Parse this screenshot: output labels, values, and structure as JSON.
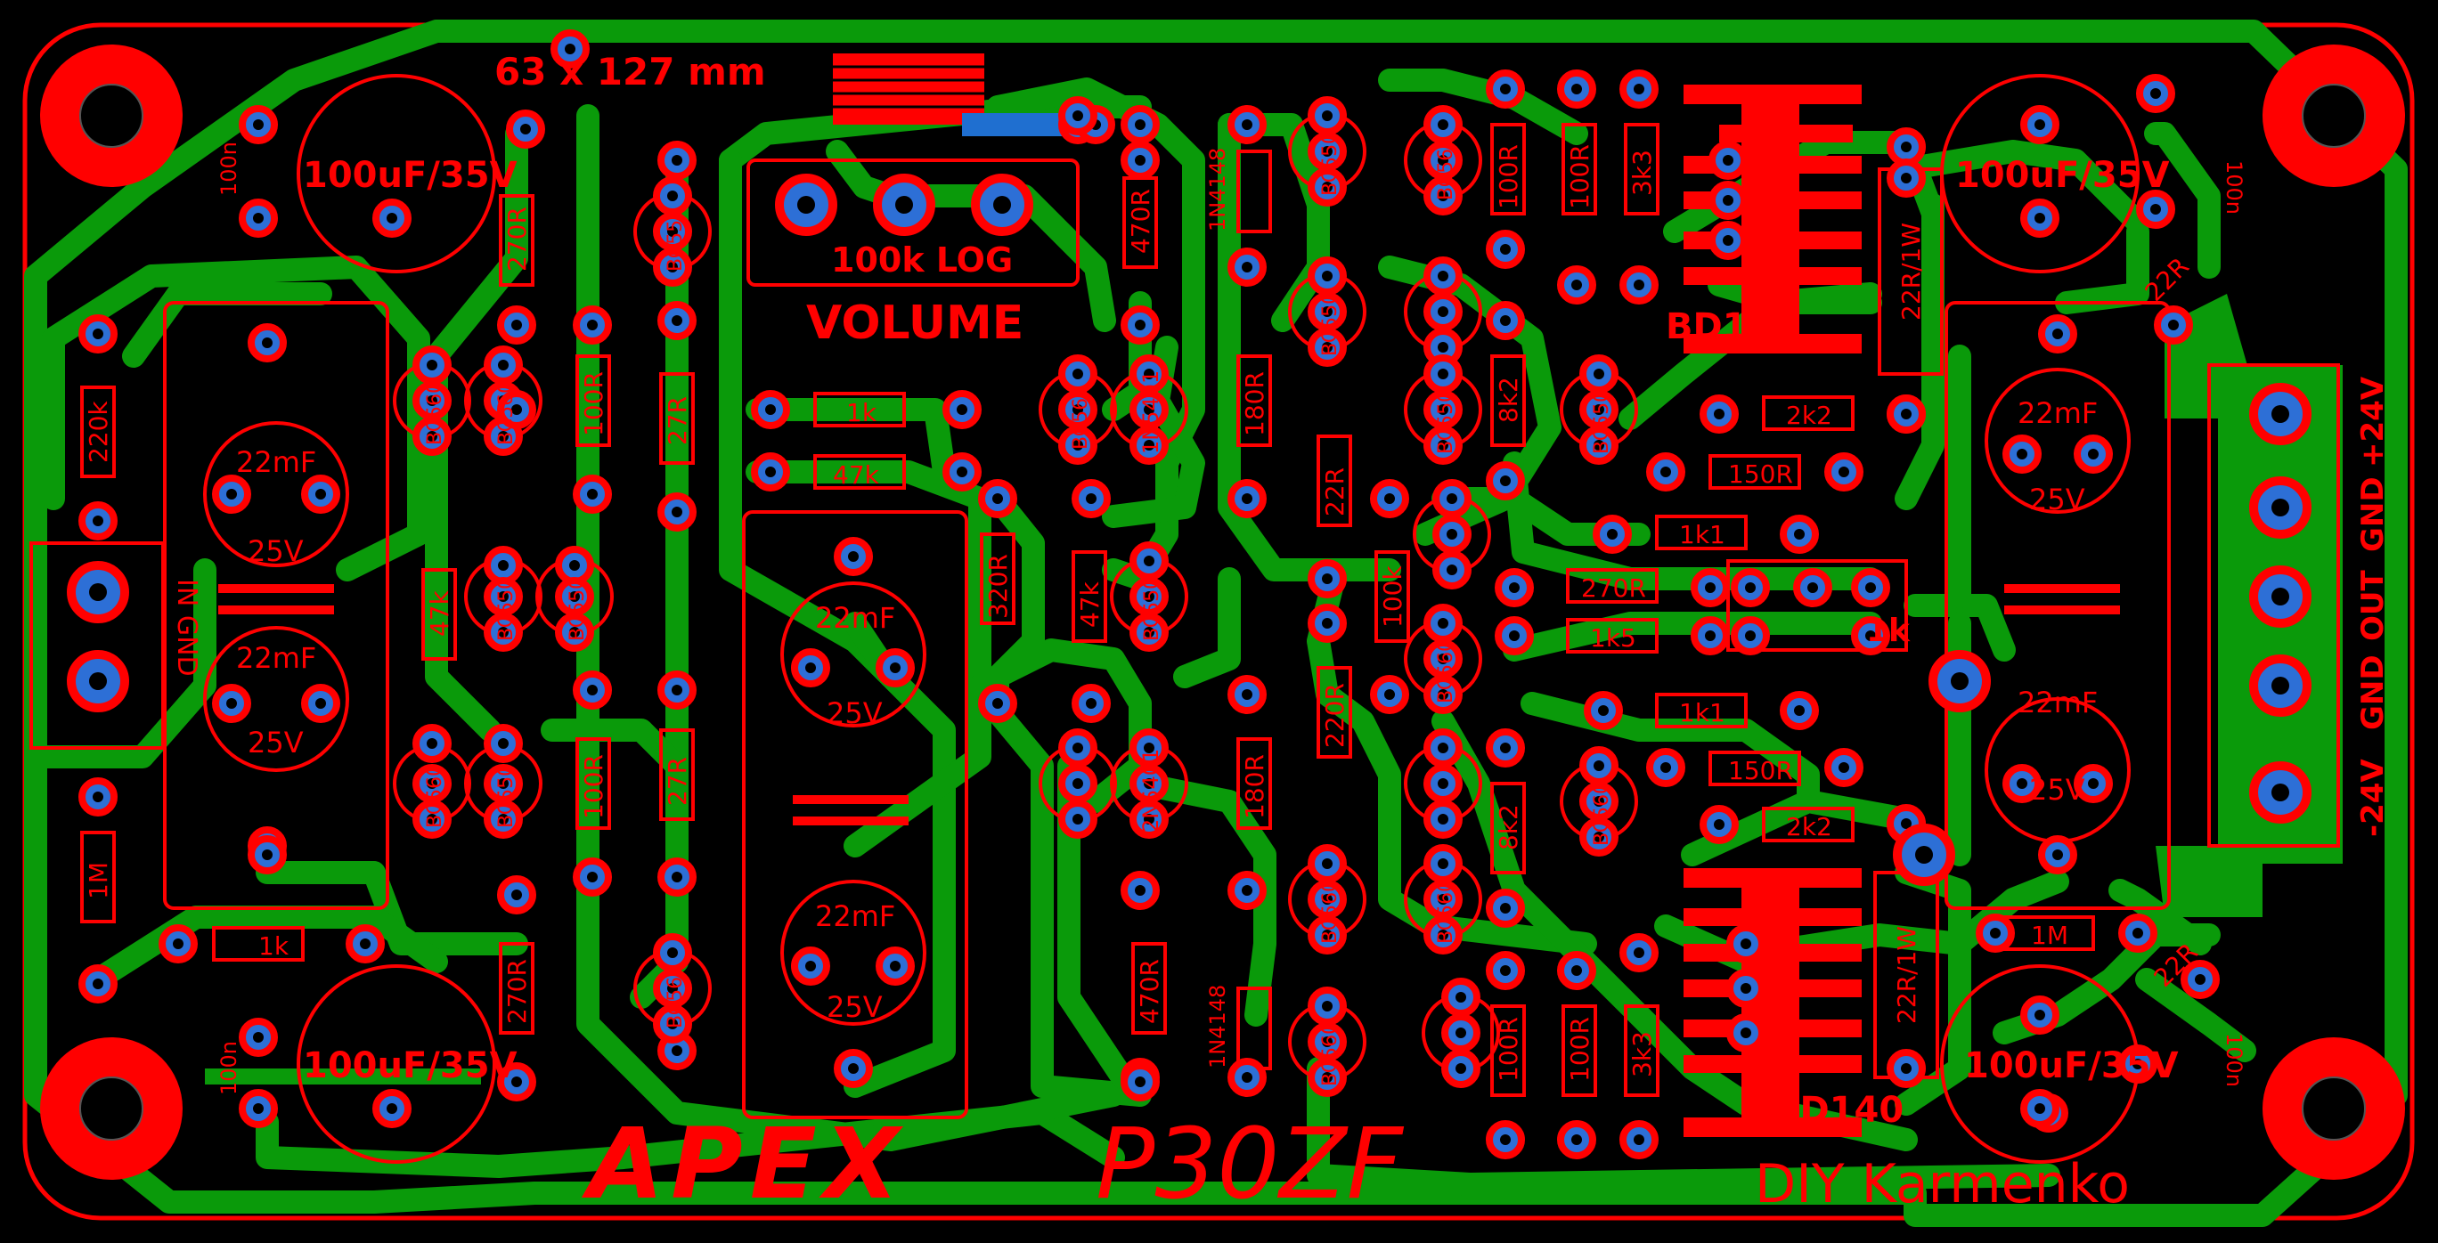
{
  "colors": {
    "background": "#000000",
    "copper": "#0a9a0a",
    "silkscreen": "#ff0000",
    "pad": "#2d6fd6",
    "jumper": "#1f6fd0"
  },
  "header": {
    "dimensions": "63 x 127 mm",
    "brand": "APEX",
    "model": "P30ZF",
    "author": "DIY Karmenko"
  },
  "potentiometer": {
    "value": "100k LOG",
    "label": "VOLUME"
  },
  "terminals": {
    "input": "IN GND",
    "output": [
      "+24V",
      "GND",
      "OUT",
      "GND",
      "-24V"
    ]
  },
  "heatsinks": {
    "top": "BD139",
    "bottom": "BD140"
  },
  "trimmer": "1k",
  "big_caps": [
    "100uF/35V",
    "100uF/35V",
    "100uF/35V",
    "100uF/35V"
  ],
  "filter_caps": [
    "22mF",
    "25V"
  ],
  "resistors": [
    "220k",
    "1M",
    "1k",
    "270R",
    "100R",
    "47k",
    "27R",
    "270R",
    "100R",
    "27R",
    "1k",
    "47k",
    "470R",
    "320R",
    "47k",
    "180R",
    "22R",
    "180R",
    "220R",
    "100k",
    "470R",
    "100R",
    "100R",
    "8k2",
    "8k2",
    "3k3",
    "3k3",
    "100R",
    "100R",
    "22R/1W",
    "22R/1W",
    "2k2",
    "150R",
    "1k1",
    "270R",
    "1k5",
    "1k1",
    "150R",
    "2k2",
    "1M",
    "22R",
    "22R",
    "100n",
    "100n",
    "100n",
    "100n"
  ],
  "transistors": [
    "BC560",
    "BC560",
    "BC550",
    "BC550",
    "BC560",
    "BC550",
    "BC550",
    "BC560",
    "BC550",
    "BC560",
    "BC560",
    "BC550",
    "BC550",
    "BC560",
    "BC560",
    "BC550",
    "BC560",
    "BC560",
    "BC550",
    "BC560"
  ],
  "diodes": [
    "1N4148",
    "1N4148",
    "1N5401",
    "2N5401"
  ]
}
